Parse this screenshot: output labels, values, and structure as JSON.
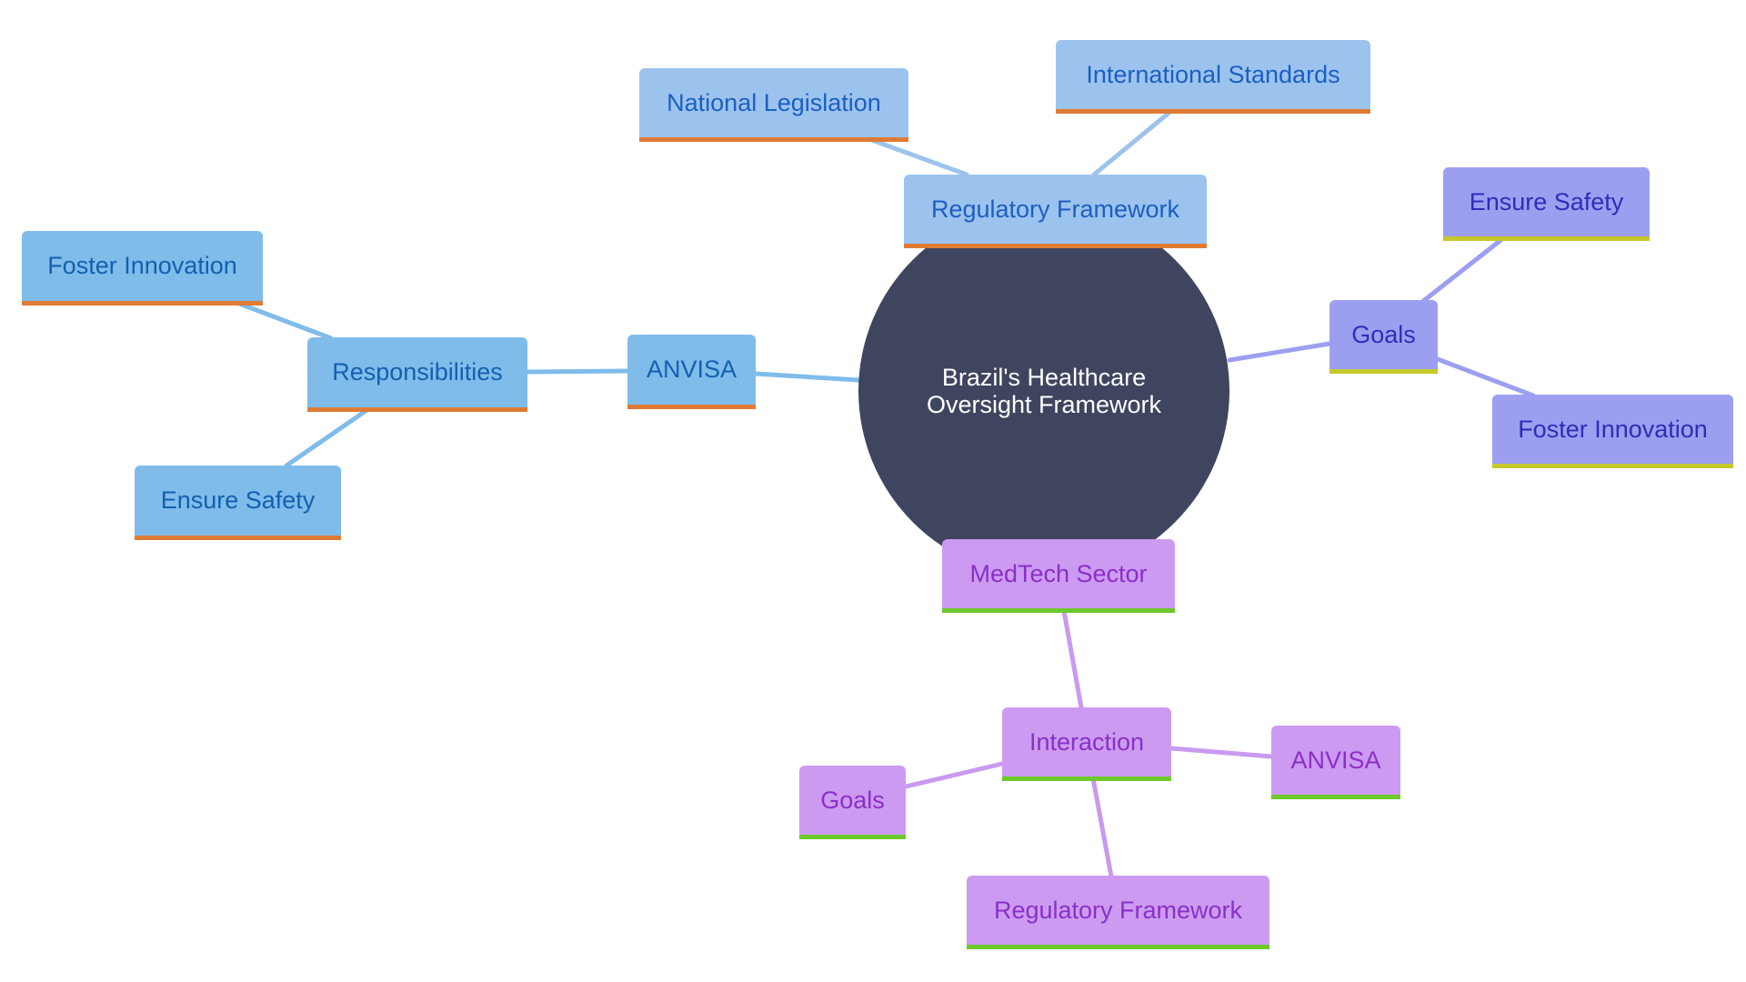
{
  "center": {
    "label": "Brazil's Healthcare Oversight Framework"
  },
  "branches": {
    "anvisa": {
      "label": "ANVISA",
      "responsibilities": {
        "label": "Responsibilities",
        "children": [
          "Foster Innovation",
          "Ensure Safety"
        ]
      }
    },
    "regulatory_framework": {
      "label": "Regulatory Framework",
      "children": [
        "National Legislation",
        "International Standards"
      ]
    },
    "goals": {
      "label": "Goals",
      "children": [
        "Ensure Safety",
        "Foster Innovation"
      ]
    },
    "medtech": {
      "label": "MedTech Sector",
      "interaction": {
        "label": "Interaction",
        "children": [
          "Goals",
          "ANVISA",
          "Regulatory Framework"
        ]
      }
    }
  },
  "colors": {
    "center_fill": "#40455f",
    "anvisa_branch": "#7fbcea",
    "regulatory_branch": "#9cc3ee",
    "goals_branch": "#9c9ff0",
    "medtech_branch": "#cc9bf1",
    "underline_orange": "#e07b35",
    "underline_yellow": "#c7c82b",
    "underline_green": "#6cc82b"
  }
}
